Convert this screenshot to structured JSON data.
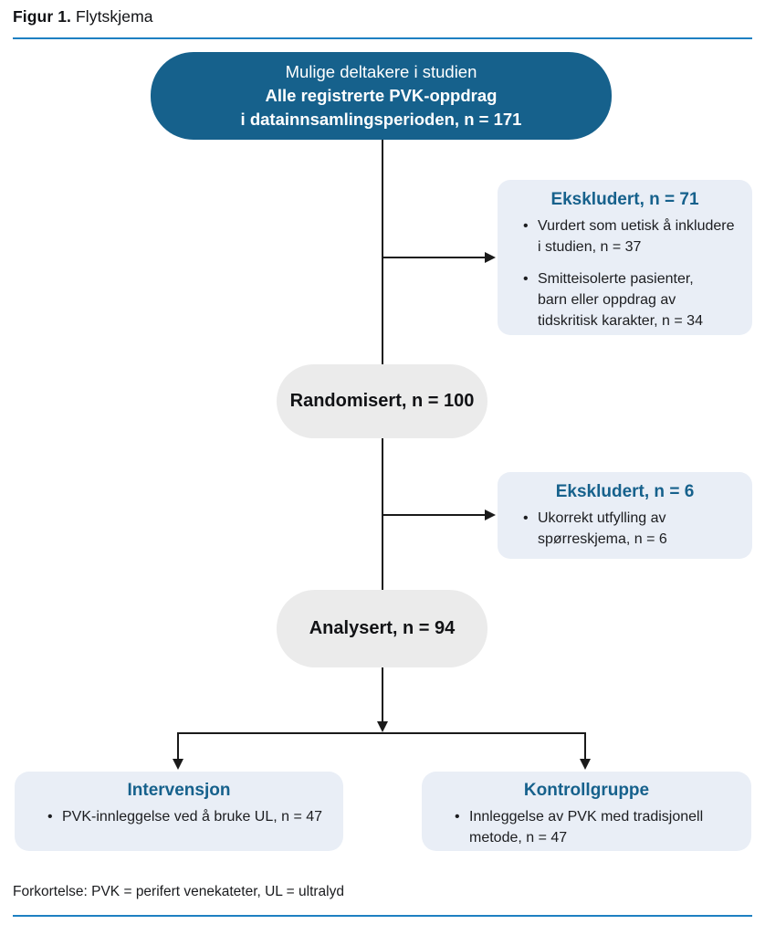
{
  "figure": {
    "label": "Figur 1.",
    "title": " Flytskjema"
  },
  "colors": {
    "dark_node": "#16618c",
    "light_node": "#e9eef6",
    "gray_pill": "#ebebeb",
    "accent_rule": "#1e80c2",
    "heading_text": "#16618c",
    "connector": "#1a1a1a"
  },
  "flowchart": {
    "type": "consort-flow",
    "top_box": {
      "line1": "Mulige deltakere i studien",
      "line2": "Alle registrerte PVK-oppdrag",
      "line3": "i datainnsamlingsperioden, n = 171",
      "n": 171
    },
    "excluded1": {
      "title": "Ekskludert, n = 71",
      "n": 71,
      "bullets": [
        "Vurdert som uetisk å inkludere\ni studien, n = 37",
        "Smitteisolerte pasienter,\nbarn eller oppdrag av\ntidskritisk karakter, n = 34"
      ]
    },
    "randomized": {
      "label": "Randomisert, n = 100",
      "n": 100
    },
    "excluded2": {
      "title": "Ekskludert, n = 6",
      "n": 6,
      "bullets": [
        "Ukorrekt utfylling av\nspørreskjema, n = 6"
      ]
    },
    "analyzed": {
      "label": "Analysert, n = 94",
      "n": 94
    },
    "intervention": {
      "title": "Intervensjon",
      "n": 47,
      "bullets": [
        "PVK-innleggelse ved å bruke UL, n = 47"
      ]
    },
    "control": {
      "title": "Kontrollgruppe",
      "n": 47,
      "bullets": [
        "Innleggelse av PVK med tradisjonell\nmetode, n = 47"
      ]
    }
  },
  "footer": {
    "abbreviation": "Forkortelse: PVK = perifert venekateter, UL = ultralyd"
  }
}
